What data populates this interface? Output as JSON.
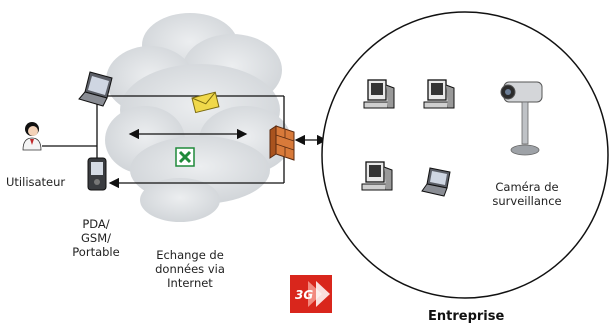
{
  "labels": {
    "user": "Utilisateur",
    "device": [
      "PDA/",
      "GSM/",
      "Portable"
    ],
    "exchange": [
      "Echange de",
      "données via",
      "Internet"
    ],
    "camera": [
      "Caméra de",
      "surveillance"
    ],
    "enterprise": "Entreprise",
    "logo_text": "3G"
  },
  "colors": {
    "cloud": "#d9dde1",
    "line": "#111111",
    "envelope": "#f0d84a",
    "excel": "#1f8a3a",
    "firewall": "#d87a3a",
    "logo": "#d9261c"
  },
  "icons": [
    "person-icon",
    "laptop-icon",
    "pda-icon",
    "envelope-icon",
    "excel-icon",
    "firewall-icon",
    "desktop-icon",
    "camera-icon",
    "logo-3g-icon"
  ]
}
